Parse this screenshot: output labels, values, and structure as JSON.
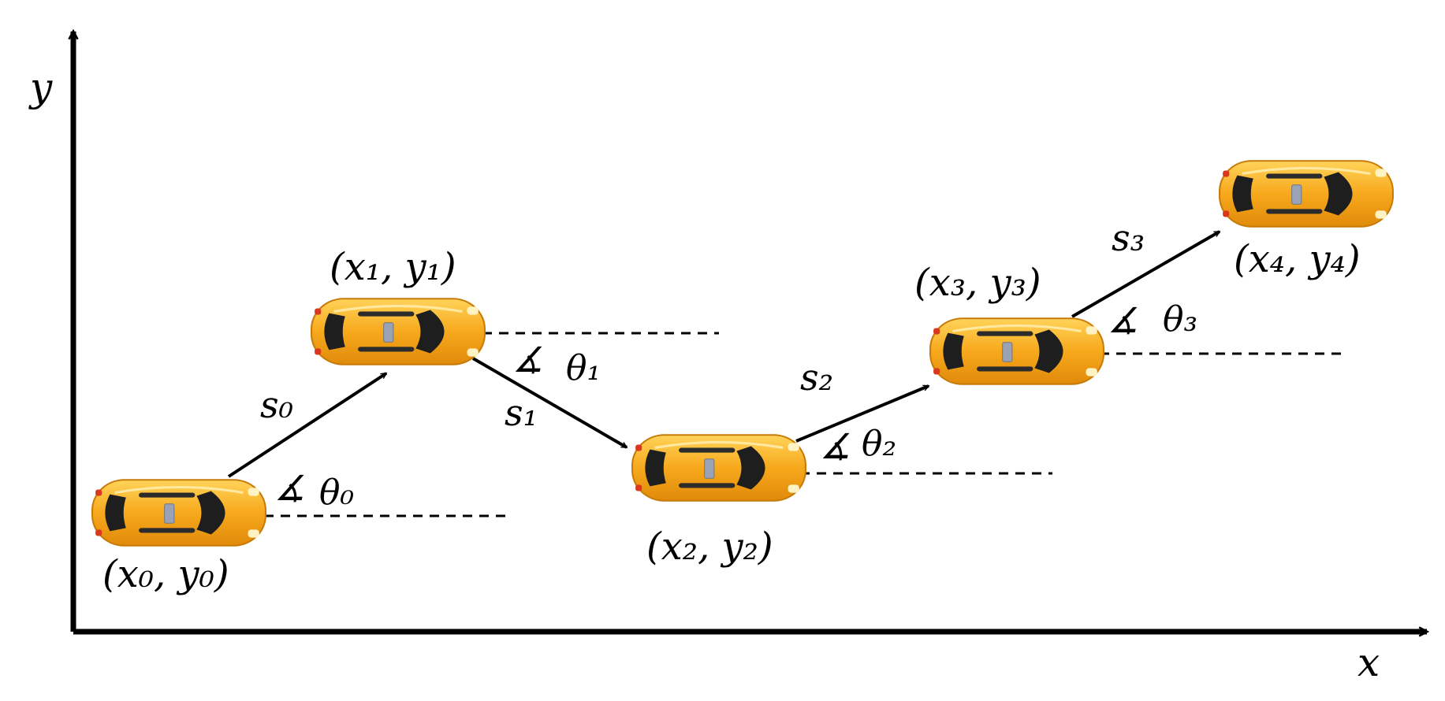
{
  "axes": {
    "x_label": "x",
    "y_label": "y"
  },
  "angle_symbol": "∡",
  "cars": [
    {
      "label": "(x₀, y₀)"
    },
    {
      "label": "(x₁, y₁)"
    },
    {
      "label": "(x₂, y₂)"
    },
    {
      "label": "(x₃, y₃)"
    },
    {
      "label": "(x₄, y₄)"
    }
  ],
  "segments": [
    {
      "label": "s₀",
      "angle": "θ₀"
    },
    {
      "label": "s₁",
      "angle": "θ₁"
    },
    {
      "label": "s₂",
      "angle": "θ₂"
    },
    {
      "label": "s₃",
      "angle": "θ₃"
    }
  ],
  "colors": {
    "car_body": "#f7a91c",
    "car_highlight": "#ffd35a",
    "car_window": "#1e1e1e",
    "line": "#000000"
  }
}
